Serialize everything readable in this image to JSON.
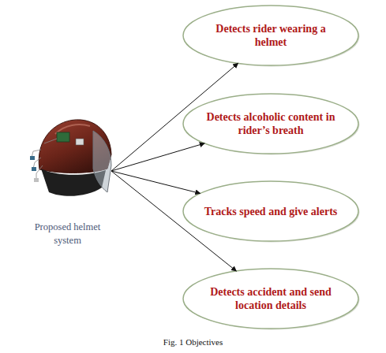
{
  "diagram": {
    "caption": "Fig. 1 Objectives",
    "nodes": [
      {
        "text": [
          "Proposed helmet system"
        ]
      },
      {
        "text": [
          "Detects rider wearing a helmet"
        ]
      },
      {
        "text": [
          "Detects alcoholic content in rider’s breath"
        ]
      },
      {
        "text": [
          "Tracks speed and give alerts"
        ]
      },
      {
        "text": [
          "Detects accident and send location details"
        ]
      }
    ],
    "edges": [
      {
        "from": 0,
        "to": 1,
        "arrow": "to"
      },
      {
        "from": 0,
        "to": 2,
        "arrow": "to"
      },
      {
        "from": 0,
        "to": 3,
        "arrow": "to"
      },
      {
        "from": 0,
        "to": 4,
        "arrow": "to"
      }
    ]
  }
}
